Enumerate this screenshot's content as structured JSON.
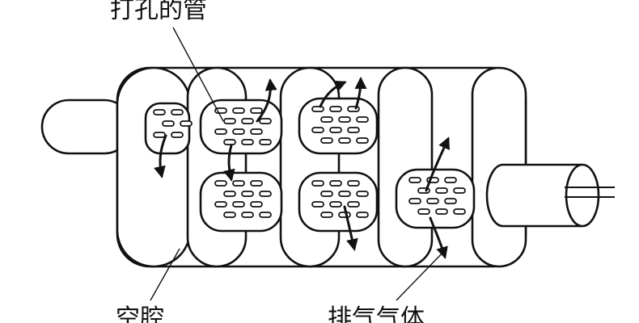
{
  "labels": {
    "perforated_tube": "打孔的管",
    "cavity": "空腔",
    "exhaust_gas": "排气气体"
  },
  "colors": {
    "stroke": "#111111",
    "fill": "#ffffff"
  }
}
